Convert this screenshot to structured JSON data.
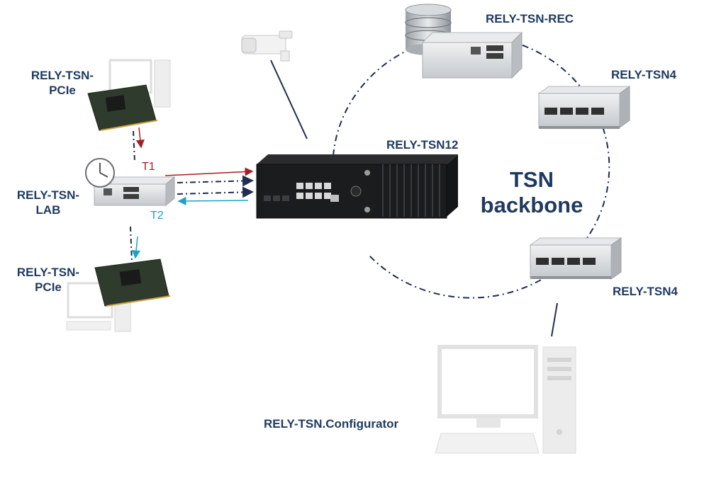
{
  "labels": {
    "rec": "RELY-TSN-REC",
    "tsn4_top": "RELY-TSN4",
    "tsn4_bottom": "RELY-TSN4",
    "tsn12": "RELY-TSN12",
    "pcie_top_line1": "RELY-TSN-",
    "pcie_top_line2": "PCIe",
    "lab_line1": "RELY-TSN-",
    "lab_line2": "LAB",
    "pcie_bottom_line1": "RELY-TSN-",
    "pcie_bottom_line2": "PCIe",
    "configurator": "RELY-TSN.Configurator",
    "backbone_line1": "TSN",
    "backbone_line2": "backbone",
    "t1": "T1",
    "t2": "T2"
  },
  "colors": {
    "label_navy": "#1f3a5f",
    "link_dark": "#1f2d4f",
    "t1_red": "#a31f24",
    "t2_cyan": "#1aa3c6",
    "device_silver": "#d9dcdf",
    "device_black": "#1b1c1e",
    "pcb_green": "#2f3b2c",
    "pc_gray": "#e3e3e3"
  },
  "icons": [
    "camera-icon",
    "database-icon",
    "clock-icon",
    "desktop-pc-icon"
  ]
}
